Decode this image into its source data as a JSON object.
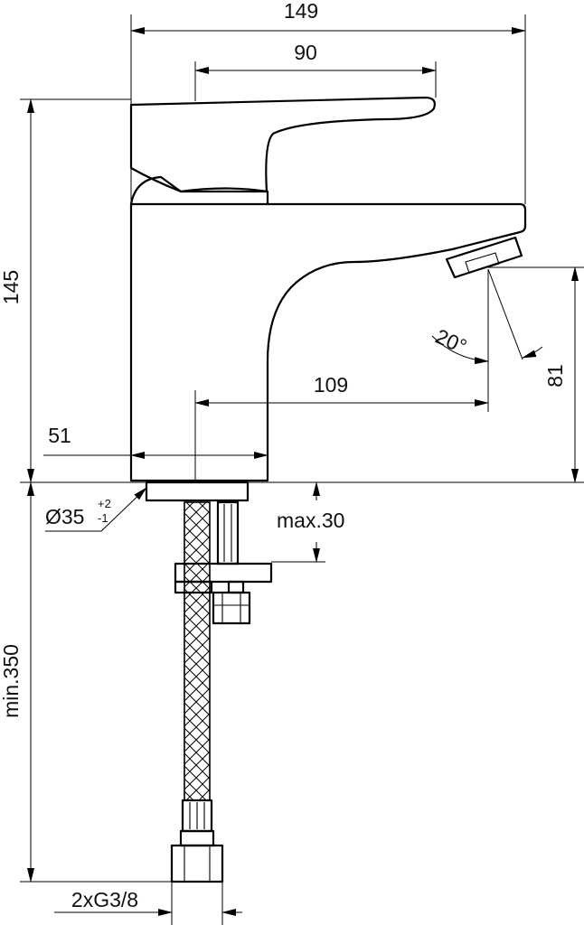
{
  "dimensions": {
    "overall_width": "149",
    "handle_width": "90",
    "overall_height": "145",
    "spout_height": "81",
    "spout_reach": "109",
    "body_axis": "51",
    "spray_angle": "20°",
    "base_diameter": "Ø35",
    "base_tolerance_upper": "+2",
    "base_tolerance_lower": "-1",
    "deck_thickness": "max.30",
    "hose_length": "min.350",
    "connection": "2xG3/8"
  },
  "colors": {
    "line": "#000000",
    "background": "#ffffff"
  }
}
